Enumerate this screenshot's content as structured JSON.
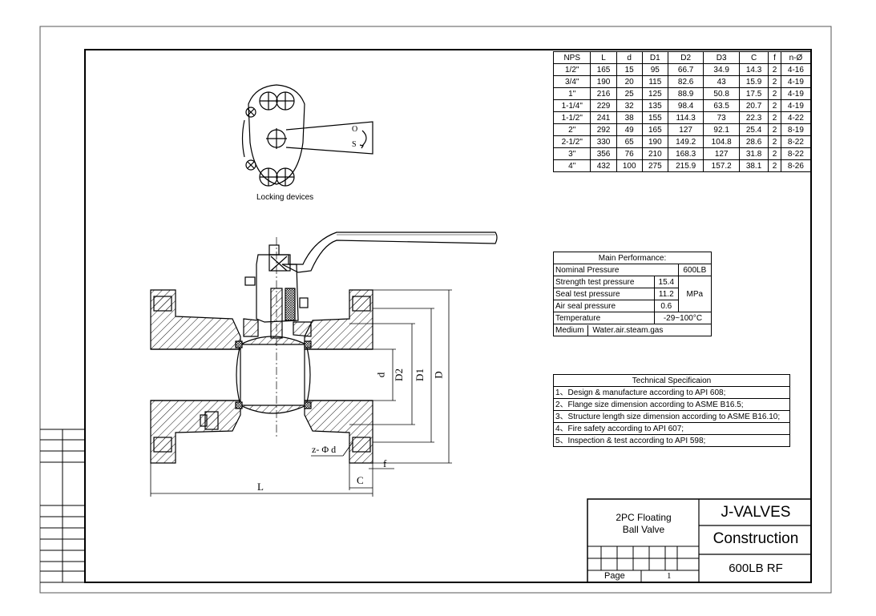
{
  "dimension_table": {
    "headers": [
      "NPS",
      "L",
      "d",
      "D1",
      "D2",
      "D3",
      "C",
      "f",
      "n-Ø"
    ],
    "rows": [
      [
        "1/2\"",
        "165",
        "15",
        "95",
        "66.7",
        "34.9",
        "14.3",
        "2",
        "4-16"
      ],
      [
        "3/4\"",
        "190",
        "20",
        "115",
        "82.6",
        "43",
        "15.9",
        "2",
        "4-19"
      ],
      [
        "1\"",
        "216",
        "25",
        "125",
        "88.9",
        "50.8",
        "17.5",
        "2",
        "4-19"
      ],
      [
        "1-1/4\"",
        "229",
        "32",
        "135",
        "98.4",
        "63.5",
        "20.7",
        "2",
        "4-19"
      ],
      [
        "1-1/2\"",
        "241",
        "38",
        "155",
        "114.3",
        "73",
        "22.3",
        "2",
        "4-22"
      ],
      [
        "2\"",
        "292",
        "49",
        "165",
        "127",
        "92.1",
        "25.4",
        "2",
        "8-19"
      ],
      [
        "2-1/2\"",
        "330",
        "65",
        "190",
        "149.2",
        "104.8",
        "28.6",
        "2",
        "8-22"
      ],
      [
        "3\"",
        "356",
        "76",
        "210",
        "168.3",
        "127",
        "31.8",
        "2",
        "8-22"
      ],
      [
        "4\"",
        "432",
        "100",
        "275",
        "215.9",
        "157.2",
        "38.1",
        "2",
        "8-26"
      ]
    ]
  },
  "performance": {
    "title": "Main Performance:",
    "nominal_label": "Nominal Pressure",
    "nominal_value": "600LB",
    "strength_label": "Strength test pressure",
    "strength_value": "15.4",
    "seal_label": "Seal test pressure",
    "seal_value": "11.2",
    "air_label": "Air seal pressure",
    "air_value": "0.6",
    "unit": "MPa",
    "temperature_label": "Temperature",
    "temperature_value": "-29~100°C",
    "medium_label": "Medium",
    "medium_value": "Water.air.steam.gas"
  },
  "spec": {
    "title": "Technical Specificaion",
    "items": [
      "1、Design & manufacture according to API 608;",
      "2、Flange size dimension according to ASME B16.5;",
      "3、Structure length size dimension according to ASME B16.10;",
      "4、Fire safety according to API 607;",
      "5、Inspection & test according to API 598;"
    ]
  },
  "drawing_labels": {
    "locking_devices": "Locking devices",
    "open": "O",
    "shut": "S",
    "d": "d",
    "D2": "D2",
    "D1": "D1",
    "D": "D",
    "L": "L",
    "C": "C",
    "f": "f",
    "holes": "z- Φ d"
  },
  "title_block": {
    "product_line1": "2PC Floating",
    "product_line2": "Ball Valve",
    "company": "J-VALVES",
    "drawing_type": "Construction",
    "rating": "600LB RF",
    "page_label": "Page",
    "page_number": "1"
  }
}
